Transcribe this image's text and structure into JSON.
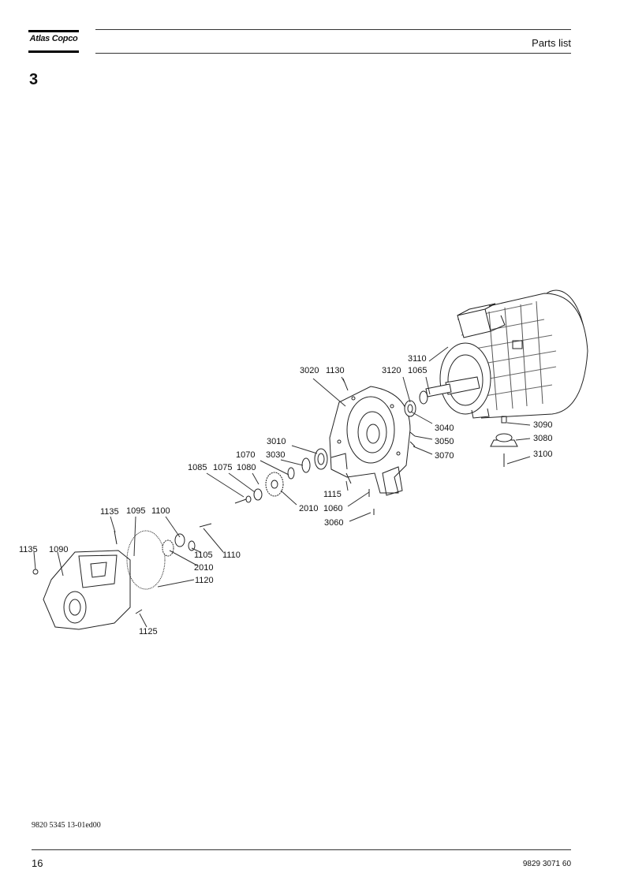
{
  "brand": {
    "logo_text": "Atlas Copco"
  },
  "header": {
    "title": "Parts list"
  },
  "section": {
    "number": "3"
  },
  "diagram": {
    "callouts": [
      {
        "id": "c3020",
        "text": "3020"
      },
      {
        "id": "c1130",
        "text": "1130"
      },
      {
        "id": "c3110",
        "text": "3110"
      },
      {
        "id": "c3120",
        "text": "3120"
      },
      {
        "id": "c1065",
        "text": "1065"
      },
      {
        "id": "c3040",
        "text": "3040"
      },
      {
        "id": "c3050",
        "text": "3050"
      },
      {
        "id": "c3070",
        "text": "3070"
      },
      {
        "id": "c3090",
        "text": "3090"
      },
      {
        "id": "c3080",
        "text": "3080"
      },
      {
        "id": "c3100",
        "text": "3100"
      },
      {
        "id": "c3010",
        "text": "3010"
      },
      {
        "id": "c1070",
        "text": "1070"
      },
      {
        "id": "c3030",
        "text": "3030"
      },
      {
        "id": "c1085",
        "text": "1085"
      },
      {
        "id": "c1075",
        "text": "1075"
      },
      {
        "id": "c1080",
        "text": "1080"
      },
      {
        "id": "c1115",
        "text": "1115"
      },
      {
        "id": "c2010a",
        "text": "2010"
      },
      {
        "id": "c1060",
        "text": "1060"
      },
      {
        "id": "c3060",
        "text": "3060"
      },
      {
        "id": "c1135a",
        "text": "1135"
      },
      {
        "id": "c1095",
        "text": "1095"
      },
      {
        "id": "c1100",
        "text": "1100"
      },
      {
        "id": "c1105",
        "text": "1105"
      },
      {
        "id": "c1110",
        "text": "1110"
      },
      {
        "id": "c2010b",
        "text": "2010"
      },
      {
        "id": "c1120",
        "text": "1120"
      },
      {
        "id": "c1135b",
        "text": "1135"
      },
      {
        "id": "c1090",
        "text": "1090"
      },
      {
        "id": "c1125",
        "text": "1125"
      }
    ]
  },
  "footer": {
    "doc_code": "9820 5345 13-01ed00",
    "page_number": "16",
    "document_number": "9829 3071 60"
  }
}
